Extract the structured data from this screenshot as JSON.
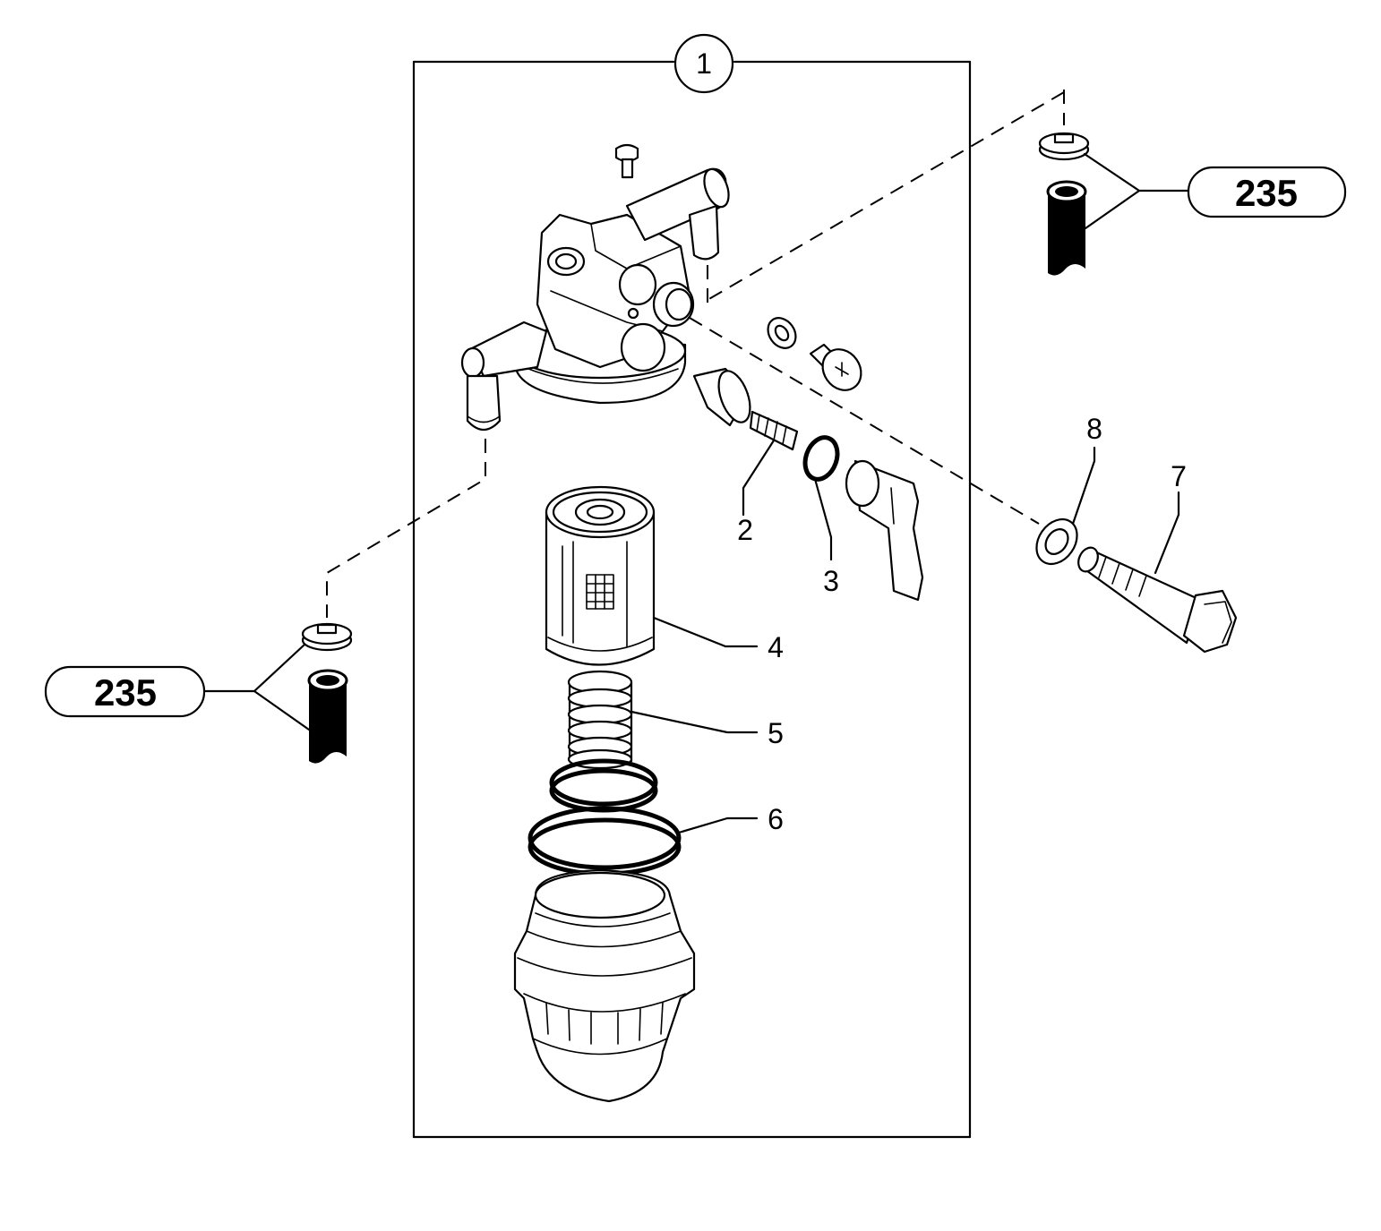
{
  "assembly": {
    "label": "1"
  },
  "callouts": [
    {
      "label": "2"
    },
    {
      "label": "3"
    },
    {
      "label": "4"
    },
    {
      "label": "5"
    },
    {
      "label": "6"
    },
    {
      "label": "7"
    },
    {
      "label": "8"
    }
  ],
  "references": [
    {
      "label": "235"
    },
    {
      "label": "235"
    }
  ]
}
